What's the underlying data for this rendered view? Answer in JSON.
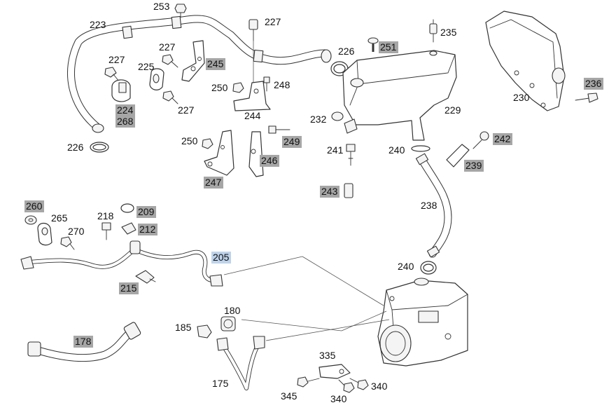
{
  "diagram": {
    "callouts": [
      {
        "id": "c223",
        "text": "223",
        "tag": false
      },
      {
        "id": "c253",
        "text": "253",
        "tag": false
      },
      {
        "id": "c227a",
        "text": "227",
        "tag": false
      },
      {
        "id": "c251",
        "text": "251",
        "tag": true
      },
      {
        "id": "c235",
        "text": "235",
        "tag": false
      },
      {
        "id": "c226a",
        "text": "226",
        "tag": false
      },
      {
        "id": "c227b",
        "text": "227",
        "tag": false
      },
      {
        "id": "c227c",
        "text": "227",
        "tag": false
      },
      {
        "id": "c225",
        "text": "225",
        "tag": false
      },
      {
        "id": "c245",
        "text": "245",
        "tag": true
      },
      {
        "id": "c250a",
        "text": "250",
        "tag": false
      },
      {
        "id": "c248",
        "text": "248",
        "tag": false
      },
      {
        "id": "c224",
        "text": "224",
        "tag": true
      },
      {
        "id": "c268",
        "text": "268",
        "tag": true
      },
      {
        "id": "c227d",
        "text": "227",
        "tag": false
      },
      {
        "id": "c244",
        "text": "244",
        "tag": false
      },
      {
        "id": "c232",
        "text": "232",
        "tag": false
      },
      {
        "id": "c229",
        "text": "229",
        "tag": false
      },
      {
        "id": "c230",
        "text": "230",
        "tag": false
      },
      {
        "id": "c236",
        "text": "236",
        "tag": true
      },
      {
        "id": "c226b",
        "text": "226",
        "tag": false
      },
      {
        "id": "c250b",
        "text": "250",
        "tag": false
      },
      {
        "id": "c249",
        "text": "249",
        "tag": true
      },
      {
        "id": "c242",
        "text": "242",
        "tag": true
      },
      {
        "id": "c241",
        "text": "241",
        "tag": false
      },
      {
        "id": "c240a",
        "text": "240",
        "tag": false
      },
      {
        "id": "c246",
        "text": "246",
        "tag": true
      },
      {
        "id": "c239",
        "text": "239",
        "tag": true
      },
      {
        "id": "c247",
        "text": "247",
        "tag": true
      },
      {
        "id": "c243",
        "text": "243",
        "tag": true
      },
      {
        "id": "c238",
        "text": "238",
        "tag": false
      },
      {
        "id": "c260",
        "text": "260",
        "tag": true
      },
      {
        "id": "c209",
        "text": "209",
        "tag": true
      },
      {
        "id": "c265",
        "text": "265",
        "tag": false
      },
      {
        "id": "c218",
        "text": "218",
        "tag": false
      },
      {
        "id": "c212",
        "text": "212",
        "tag": true
      },
      {
        "id": "c270",
        "text": "270",
        "tag": false
      },
      {
        "id": "c205",
        "text": "205",
        "tag": true,
        "selected": true
      },
      {
        "id": "c240b",
        "text": "240",
        "tag": false
      },
      {
        "id": "c215",
        "text": "215",
        "tag": true
      },
      {
        "id": "c180",
        "text": "180",
        "tag": false
      },
      {
        "id": "c185",
        "text": "185",
        "tag": false
      },
      {
        "id": "c178",
        "text": "178",
        "tag": true
      },
      {
        "id": "c335",
        "text": "335",
        "tag": false
      },
      {
        "id": "c175",
        "text": "175",
        "tag": false
      },
      {
        "id": "c340a",
        "text": "340",
        "tag": false
      },
      {
        "id": "c345",
        "text": "345",
        "tag": false
      },
      {
        "id": "c340b",
        "text": "340",
        "tag": false
      }
    ]
  }
}
